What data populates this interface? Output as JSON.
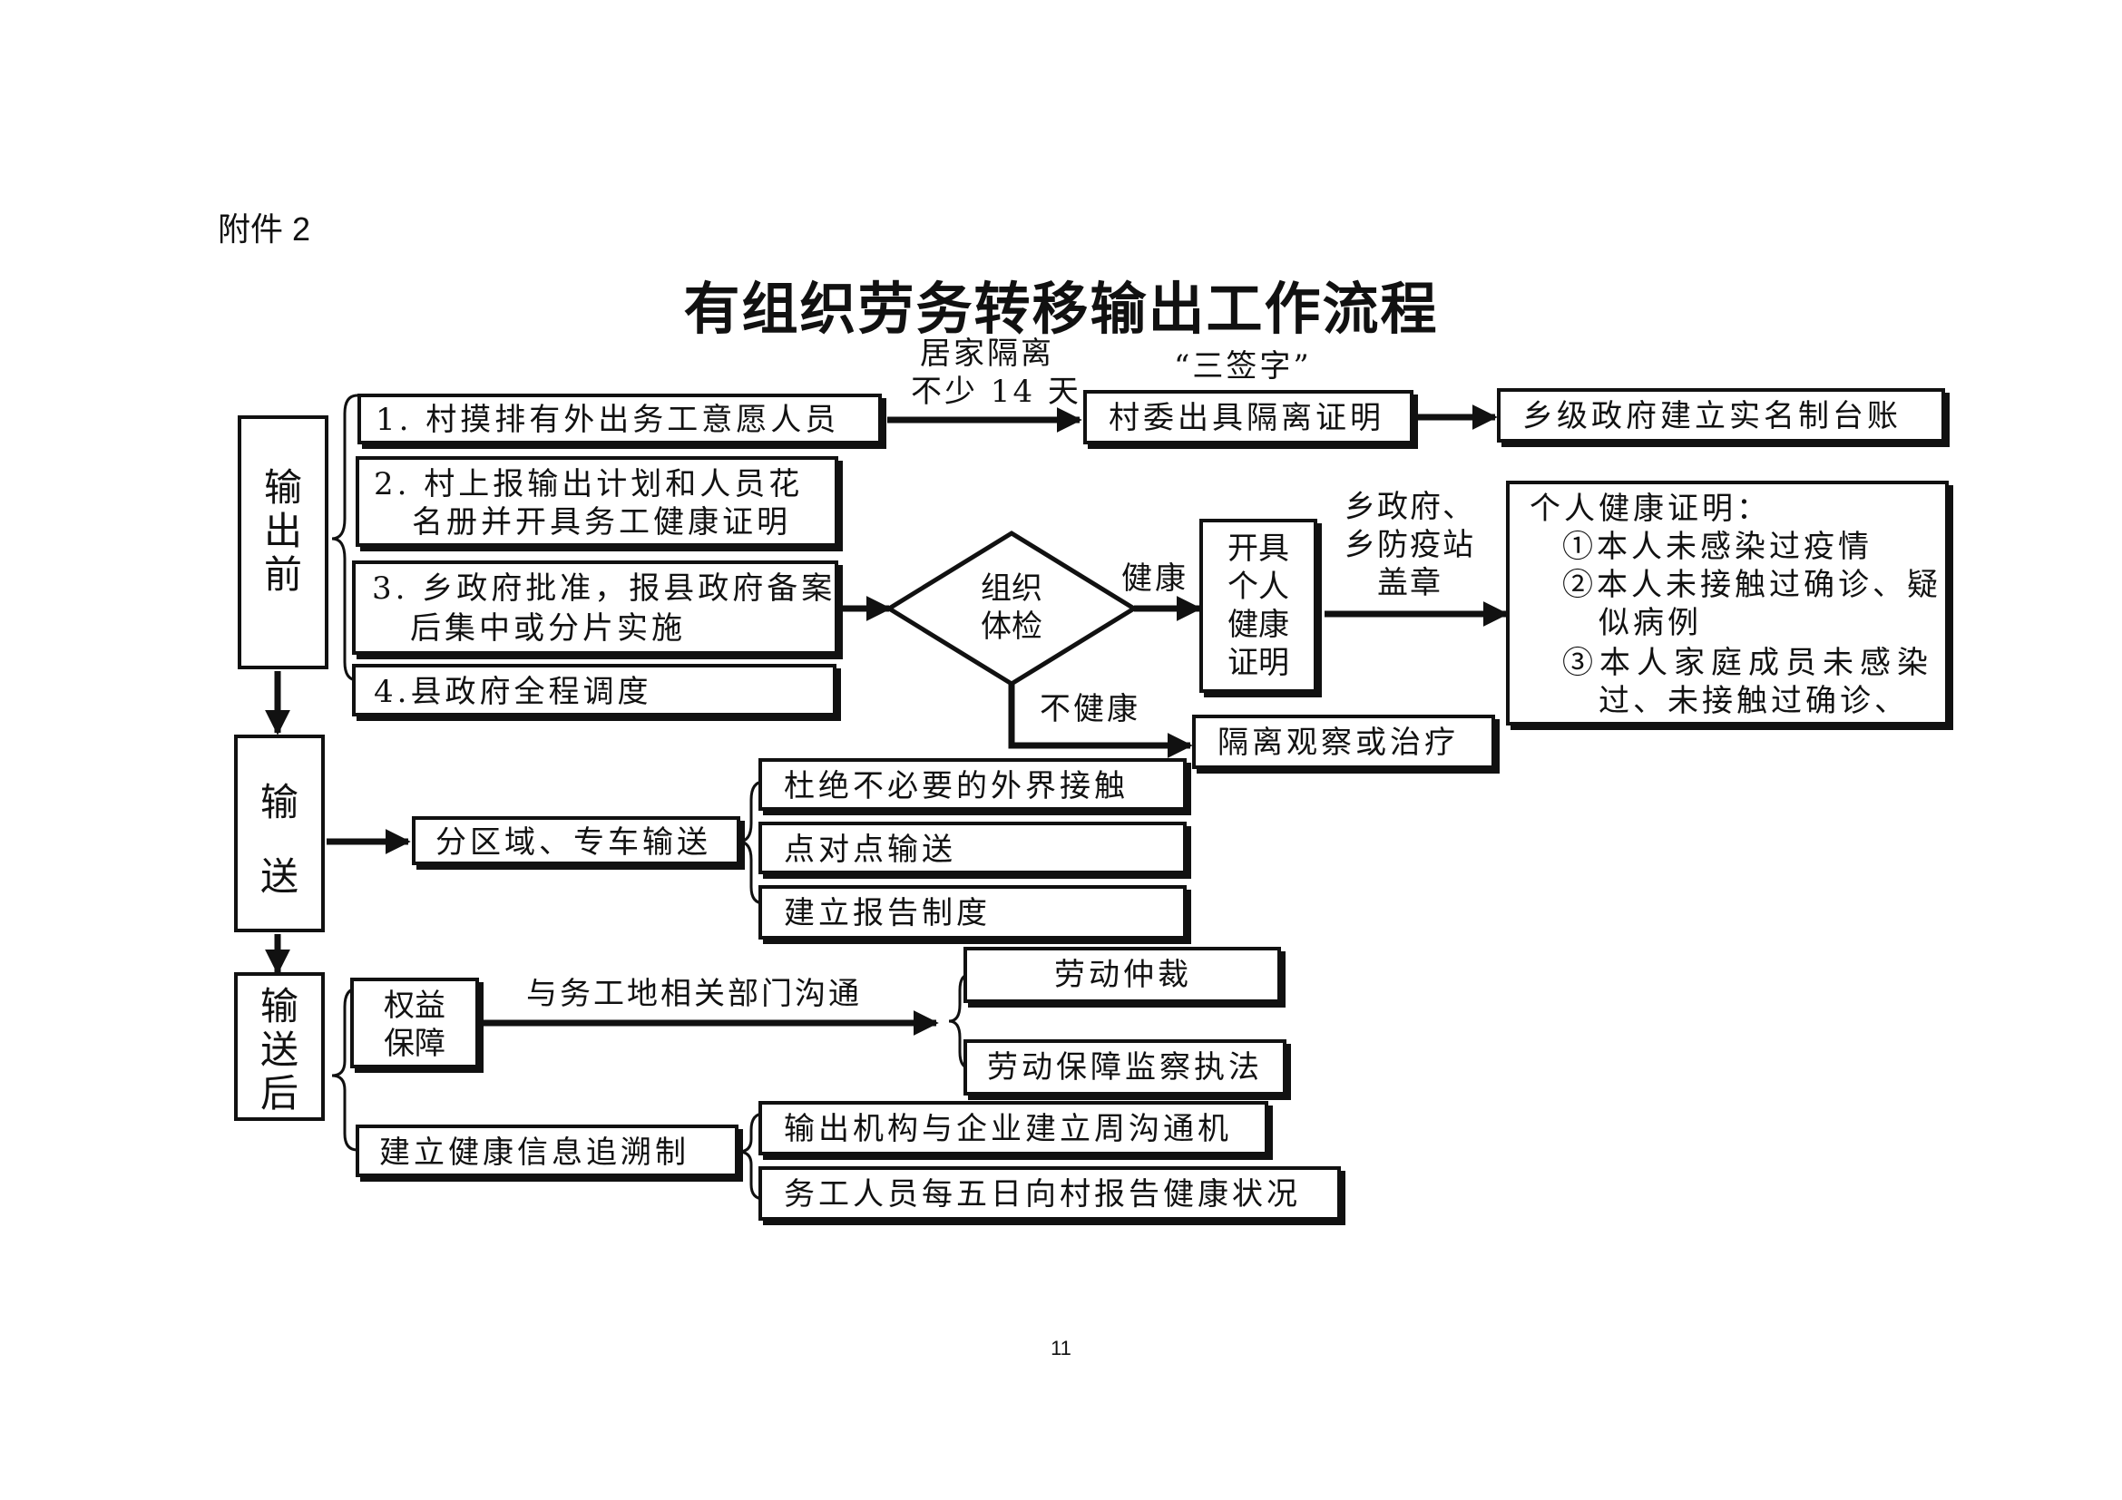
{
  "attachment": "附件 2",
  "title": "有组织劳务转移输出工作流程",
  "page_number": "11",
  "stages": {
    "before": [
      "输",
      "出",
      "前"
    ],
    "during": [
      "输",
      "送"
    ],
    "after": [
      "输",
      "送",
      "后"
    ]
  },
  "before_steps": {
    "s1": "1. 村摸排有外出务工意愿人员",
    "s2_line1": "2. 村上报输出计划和人员花",
    "s2_line2": "名册并开具务工健康证明",
    "s3_line1": "3. 乡政府批准，报县政府备案",
    "s3_line2": "后集中或分片实施",
    "s4": "4.县政府全程调度"
  },
  "quarantine": {
    "label_line1": "居家隔离",
    "label_line2": "不少 14 天",
    "sign_label": "“三签字”",
    "village_cert": "村委出具隔离证明",
    "township_ledger": "乡级政府建立实名制台账"
  },
  "exam": {
    "diamond_line1": "组织",
    "diamond_line2": "体检",
    "healthy": "健康",
    "unhealthy": "不健康",
    "cert_line1": "开具",
    "cert_line2": "个人",
    "cert_line3": "健康",
    "cert_line4": "证明",
    "stamp_line1": "乡政府、",
    "stamp_line2": "乡防疫站",
    "stamp_line3": "盖章",
    "isolation": "隔离观察或治疗"
  },
  "health_cert": {
    "title": "个人健康证明：",
    "item1": "①本人未感染过疫情",
    "item2_line1": "②本人未接触过确诊、疑",
    "item2_line2": "似病例",
    "item3_line1": "③本人家庭成员未感染",
    "item3_line2": "过、未接触过确诊、"
  },
  "transport": {
    "main": "分区域、专车输送",
    "sub1": "杜绝不必要的外界接触",
    "sub2": "点对点输送",
    "sub3": "建立报告制度"
  },
  "after": {
    "rights_line1": "权益",
    "rights_line2": "保障",
    "comm_label": "与务工地相关部门沟通",
    "arbitration": "劳动仲裁",
    "supervision": "劳动保障监察执法",
    "tracing": "建立健康信息追溯制",
    "sub1": "输出机构与企业建立周沟通机",
    "sub2": "务工人员每五日向村报告健康状况"
  }
}
